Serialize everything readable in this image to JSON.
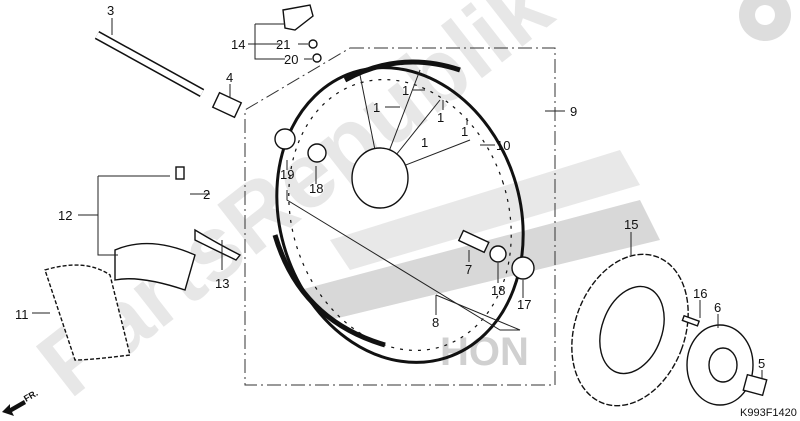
{
  "diagram": {
    "figure_code": "K993F1420",
    "direction_marker": "FR.",
    "watermark": "PartsRepublik",
    "brand_logo": "HONDA",
    "accent_color": "#cfcfcf",
    "callouts": {
      "c1a": "1",
      "c1b": "1",
      "c1c": "1",
      "c1d": "1",
      "c1e": "1",
      "c2": "2",
      "c3": "3",
      "c4": "4",
      "c5": "5",
      "c6": "6",
      "c7": "7",
      "c8": "8",
      "c9": "9",
      "c10": "10",
      "c11": "11",
      "c12": "12",
      "c13": "13",
      "c14": "14",
      "c15": "15",
      "c16": "16",
      "c17": "17",
      "c18a": "18",
      "c18b": "18",
      "c19": "19",
      "c20": "20",
      "c21": "21"
    }
  }
}
